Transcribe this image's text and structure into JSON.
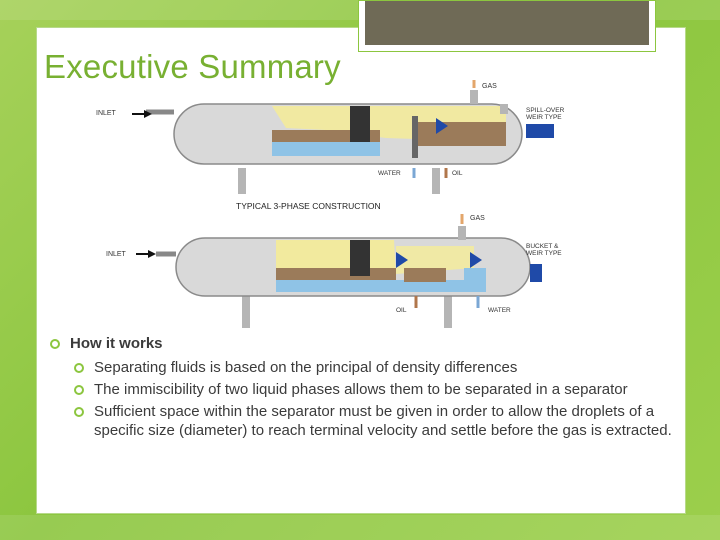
{
  "slide": {
    "title": "Executive Summary",
    "diagram": {
      "top": {
        "inlet": "INLET",
        "gas": "GAS",
        "weir_line1": "SPILL-OVER",
        "weir_line2": "WEIR TYPE",
        "water": "WATER",
        "oil": "OIL",
        "caption": "TYPICAL 3-PHASE CONSTRUCTION"
      },
      "bottom": {
        "inlet": "INLET",
        "gas": "GAS",
        "weir_line1": "BUCKET &",
        "weir_line2": "WEIR TYPE",
        "oil": "OIL",
        "water": "WATER"
      }
    },
    "bullets": {
      "heading": "How it works",
      "items": [
        "Separating fluids is based on the principal of density differences",
        "The immiscibility of two liquid phases allows them to be separated in a separator",
        "Sufficient space within the separator must be given in order to allow the droplets of a specific size (diameter) to reach terminal velocity and settle before the gas is extracted."
      ]
    }
  },
  "colors": {
    "accent": "#8cc63f",
    "title": "#78b032",
    "gas": "#f2ea9e",
    "oil": "#9b7b5a",
    "water": "#8fc3e6",
    "vessel": "#d9d9d9"
  }
}
